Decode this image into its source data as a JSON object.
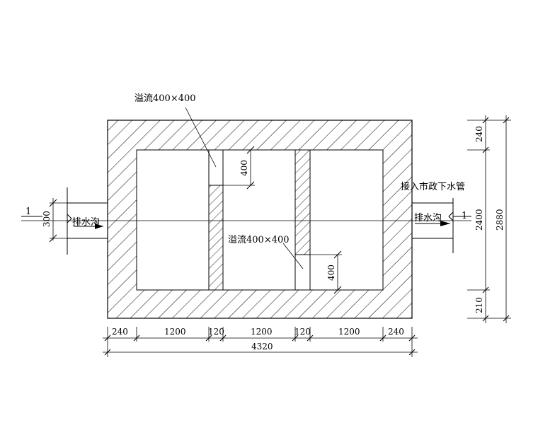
{
  "labels": {
    "overflow_top": "溢流400×400",
    "overflow_mid": "溢流400×400",
    "inlet": "排水沟",
    "outlet": "排水沟",
    "municipal": "接入市政下水管",
    "section_left": "1",
    "section_right": "1"
  },
  "dimensions": {
    "inlet_height": "300",
    "opening_top": "400",
    "opening_bottom": "400",
    "bottom_chain": [
      "240",
      "1200",
      "120",
      "1200",
      "120",
      "1200",
      "240"
    ],
    "total_width": "4320",
    "right_chain": [
      "240",
      "2400",
      "210"
    ],
    "total_height": "2880"
  },
  "colors": {
    "line": "#000000",
    "background": "#ffffff"
  }
}
